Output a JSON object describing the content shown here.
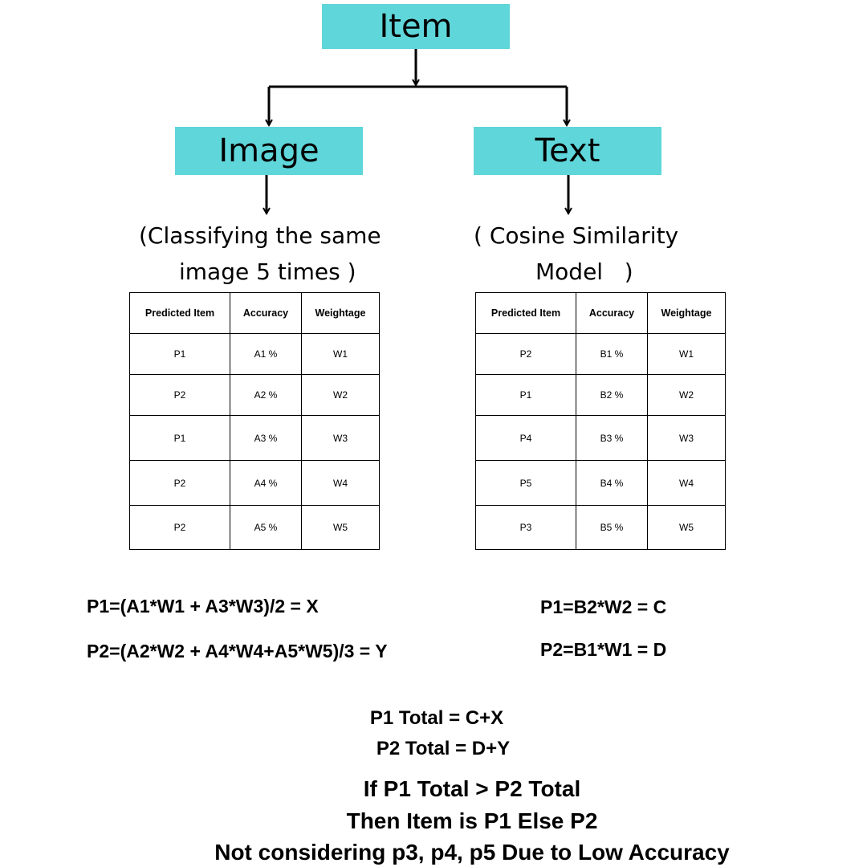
{
  "nodes": {
    "item": "Item",
    "image": "Image",
    "text": "Text"
  },
  "captions": {
    "image": [
      "(Classifying the same",
      "image 5 times )"
    ],
    "text": [
      "( Cosine Similarity",
      "Model   )"
    ]
  },
  "tables": {
    "headers": [
      "Predicted Item",
      "Accuracy",
      "Weightage"
    ],
    "image": [
      [
        "P1",
        "A1 %",
        "W1"
      ],
      [
        "P2",
        "A2 %",
        "W2"
      ],
      [
        "P1",
        "A3 %",
        "W3"
      ],
      [
        "P2",
        "A4 %",
        "W4"
      ],
      [
        "P2",
        "A5 %",
        "W5"
      ]
    ],
    "text": [
      [
        "P2",
        "B1 %",
        "W1"
      ],
      [
        "P1",
        "B2 %",
        "W2"
      ],
      [
        "P4",
        "B3 %",
        "W3"
      ],
      [
        "P5",
        "B4 %",
        "W4"
      ],
      [
        "P3",
        "B5 %",
        "W5"
      ]
    ]
  },
  "formulas": {
    "image_p1": "P1=(A1*W1 + A3*W3)/2 = X",
    "image_p2": "P2=(A2*W2 + A4*W4+A5*W5)/3 = Y",
    "text_p1": "P1=B2*W2 = C",
    "text_p2": "P2=B1*W1 = D"
  },
  "totals": {
    "p1": "P1 Total = C+X",
    "p2": "P2 Total = D+Y"
  },
  "conclusion": [
    "If P1 Total > P2 Total",
    "Then Item is P1 Else P2",
    "Not considering p3, p4, p5 Due to Low Accuracy"
  ],
  "colors": {
    "node_fill": "#5fd6da",
    "line": "#000000"
  }
}
